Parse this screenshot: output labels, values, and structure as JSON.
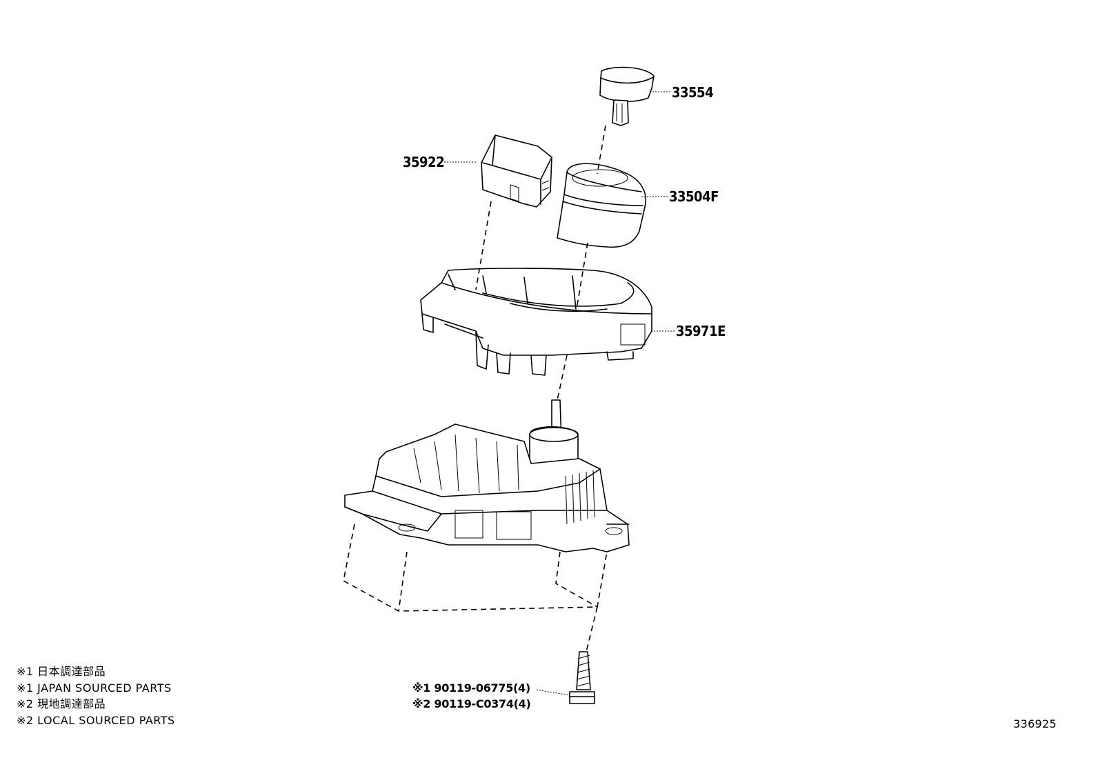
{
  "parts": [
    {
      "id": "part-33554",
      "number": "33554"
    },
    {
      "id": "part-35922",
      "number": "35922"
    },
    {
      "id": "part-33504f",
      "number": "33504F"
    },
    {
      "id": "part-35971e",
      "number": "35971E"
    }
  ],
  "fasteners": [
    {
      "mark": "※1",
      "number": "90119-06775(4)"
    },
    {
      "mark": "※2",
      "number": "90119-C0374(4)"
    }
  ],
  "legend": [
    "※1 日本調達部品",
    "※1 JAPAN SOURCED PARTS",
    "※2 現地調達部品",
    "※2 LOCAL SOURCED PARTS"
  ],
  "illustration_number": "336925"
}
